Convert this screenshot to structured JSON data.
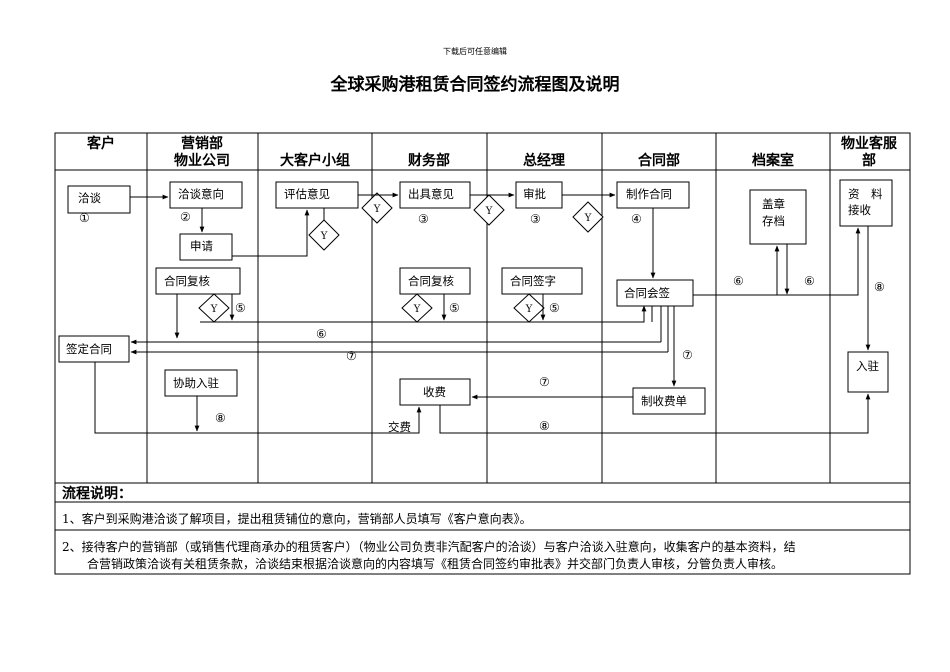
{
  "header_note": "下载后可任意编辑",
  "title": "全球采购港租赁合同签约流程图及说明",
  "lanes": [
    {
      "l1": "客户",
      "l2": ""
    },
    {
      "l1": "营销部",
      "l2": "物业公司"
    },
    {
      "l1": "大客户小组",
      "l2": ""
    },
    {
      "l1": "财务部",
      "l2": ""
    },
    {
      "l1": "总经理",
      "l2": ""
    },
    {
      "l1": "合同部",
      "l2": ""
    },
    {
      "l1": "档案室",
      "l2": ""
    },
    {
      "l1": "物业客服",
      "l2": "部"
    }
  ],
  "boxes": {
    "negotiate": "洽谈",
    "intent": "洽谈意向",
    "apply": "申请",
    "evaluate": "评估意见",
    "issue_opinion": "出具意见",
    "approve": "审批",
    "make_contract": "制作合同",
    "stamp_1": "盖章",
    "stamp_2": "存档",
    "data_1": "资　料",
    "data_2": "接收",
    "review_sales": "合同复核",
    "review_fin": "合同复核",
    "sign": "合同签字",
    "countersign": "合同会签",
    "sign_contract": "签定合同",
    "move_in_assist": "协助入驻",
    "fee": "收费",
    "fee_bill": "制收费单",
    "move_in": "入驻"
  },
  "labels": {
    "y": "Y",
    "pay": "交费",
    "n1": "①",
    "n2": "②",
    "n3": "③",
    "n4": "④",
    "n5": "⑤",
    "n6": "⑥",
    "n7": "⑦",
    "n8": "⑧"
  },
  "notes": {
    "title": "流程说明：",
    "item1": "1、客户到采购港洽谈了解项目，提出租赁铺位的意向，营销部人员填写《客户意向表》。",
    "item2_a": "2、接待客户的营销部（或销售代理商承办的租赁客户）（物业公司负责非汽配客户的洽谈）与客户洽谈入驻意向，收集客户的基本资料，结",
    "item2_b": "合营销政策洽谈有关租赁条款，洽谈结束根据洽谈意向的内容填写《租赁合同签约审批表》并交部门负责人审核，分管负责人审核。"
  }
}
